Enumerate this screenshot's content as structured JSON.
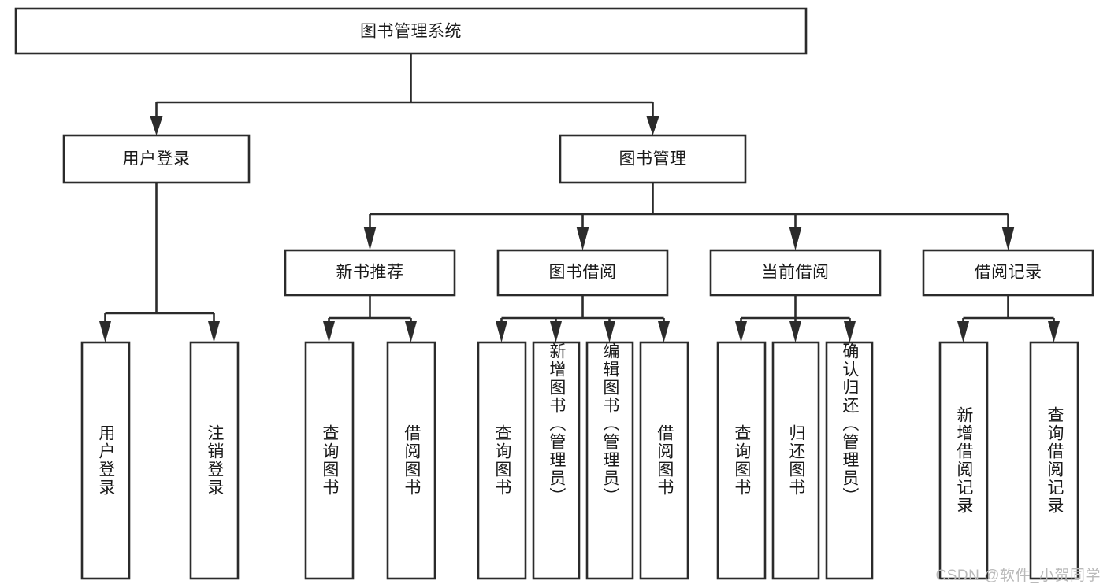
{
  "diagram": {
    "title": "图书管理系统",
    "type": "tree",
    "root": {
      "id": "root",
      "label": "图书管理系统",
      "orientation": "horizontal"
    },
    "level2": [
      {
        "id": "user-login",
        "label": "用户登录",
        "orientation": "horizontal"
      },
      {
        "id": "book-management",
        "label": "图书管理",
        "orientation": "horizontal"
      }
    ],
    "level3": [
      {
        "id": "new-book-recommend",
        "label": "新书推荐",
        "orientation": "horizontal",
        "parent": "book-management"
      },
      {
        "id": "book-borrow",
        "label": "图书借阅",
        "orientation": "horizontal",
        "parent": "book-management"
      },
      {
        "id": "current-borrow",
        "label": "当前借阅",
        "orientation": "horizontal",
        "parent": "book-management"
      },
      {
        "id": "borrow-record",
        "label": "借阅记录",
        "orientation": "horizontal",
        "parent": "book-management"
      }
    ],
    "leaves": [
      {
        "id": "leaf-user-login",
        "label": "用户登录",
        "orientation": "vertical",
        "parent": "user-login"
      },
      {
        "id": "leaf-logout-login",
        "label": "注销登录",
        "orientation": "vertical",
        "parent": "user-login"
      },
      {
        "id": "leaf-query-book-1",
        "label": "查询图书",
        "orientation": "vertical",
        "parent": "new-book-recommend"
      },
      {
        "id": "leaf-borrow-book-1",
        "label": "借阅图书",
        "orientation": "vertical",
        "parent": "new-book-recommend"
      },
      {
        "id": "leaf-query-book-2",
        "label": "查询图书",
        "orientation": "vertical",
        "parent": "book-borrow"
      },
      {
        "id": "leaf-add-book",
        "label": "新增图书（管理员）",
        "orientation": "vertical",
        "parent": "book-borrow"
      },
      {
        "id": "leaf-edit-book",
        "label": "编辑图书（管理员）",
        "orientation": "vertical",
        "parent": "book-borrow"
      },
      {
        "id": "leaf-borrow-book-2",
        "label": "借阅图书",
        "orientation": "vertical",
        "parent": "book-borrow"
      },
      {
        "id": "leaf-query-book-3",
        "label": "查询图书",
        "orientation": "vertical",
        "parent": "current-borrow"
      },
      {
        "id": "leaf-return-book",
        "label": "归还图书",
        "orientation": "vertical",
        "parent": "current-borrow"
      },
      {
        "id": "leaf-confirm-return",
        "label": "确认归还（管理员）",
        "orientation": "vertical",
        "parent": "current-borrow"
      },
      {
        "id": "leaf-add-record",
        "label": "新增借阅记录",
        "orientation": "vertical",
        "parent": "borrow-record"
      },
      {
        "id": "leaf-query-record",
        "label": "查询借阅记录",
        "orientation": "vertical",
        "parent": "borrow-record"
      }
    ]
  },
  "watermark": {
    "text": "CSDN @软件_小贺同学"
  },
  "colors": {
    "stroke": "#2b2b2b",
    "fill": "#ffffff",
    "text": "#1a1a1a",
    "watermark": "#b9b9b9",
    "background": "#ffffff"
  }
}
